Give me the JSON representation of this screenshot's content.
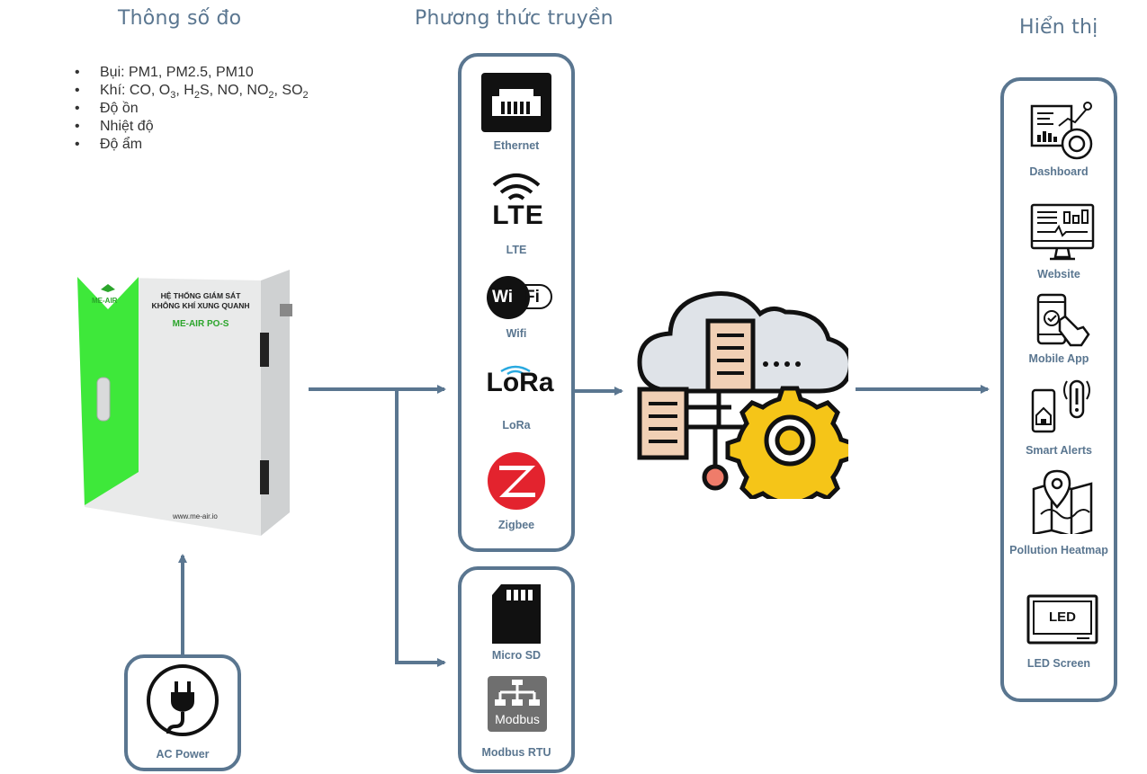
{
  "headings": {
    "measure": "Thông số đo",
    "transmit": "Phương thức truyền",
    "display": "Hiển thị"
  },
  "parameters": [
    {
      "prefix": "Bụi: PM1, PM2.5, PM10"
    },
    {
      "prefix": "Khí: CO, O",
      "parts": [
        "3",
        ", H",
        "2",
        "S, NO, NO",
        "2",
        ", SO",
        "2"
      ]
    },
    {
      "prefix": "Độ ồn"
    },
    {
      "prefix": "Nhiệt độ"
    },
    {
      "prefix": "Độ ẩm"
    }
  ],
  "device": {
    "brand": "ME-AIR",
    "title_line1": "HỆ THỐNG GIÁM SÁT",
    "title_line2": "KHÔNG KHÍ XUNG QUANH",
    "model": "ME-AIR PO-S",
    "website": "www.me-air.io"
  },
  "power": {
    "label": "AC Power"
  },
  "wireless": [
    {
      "label": "Ethernet",
      "icon": "ethernet-icon"
    },
    {
      "label": "LTE",
      "icon": "lte-icon",
      "glyph": "LTE"
    },
    {
      "label": "Wifi",
      "icon": "wifi-icon",
      "glyph_a": "Wi",
      "glyph_b": "Fi"
    },
    {
      "label": "LoRa",
      "icon": "lora-icon",
      "glyph": "LoRa"
    },
    {
      "label": "Zigbee",
      "icon": "zigbee-icon"
    }
  ],
  "wired": [
    {
      "label": "Micro SD",
      "icon": "micro-sd-icon"
    },
    {
      "label": "Modbus RTU",
      "icon": "modbus-icon",
      "glyph": "Modbus"
    }
  ],
  "displays": [
    {
      "label": "Dashboard",
      "icon": "dashboard-icon"
    },
    {
      "label": "Website",
      "icon": "website-icon"
    },
    {
      "label": "Mobile App",
      "icon": "mobile-app-icon"
    },
    {
      "label": "Smart Alerts",
      "icon": "smart-alerts-icon"
    },
    {
      "label": "Pollution Heatmap",
      "icon": "heatmap-icon"
    },
    {
      "label": "LED Screen",
      "icon": "led-screen-icon",
      "glyph": "LED"
    }
  ],
  "colors": {
    "line": "#5a7690",
    "device_green": "#3ee83a",
    "zigbee_red": "#e3232e",
    "gear_yellow": "#f5c518",
    "server_peach": "#f1d0b5",
    "cloud_gray": "#dfe3e8"
  }
}
